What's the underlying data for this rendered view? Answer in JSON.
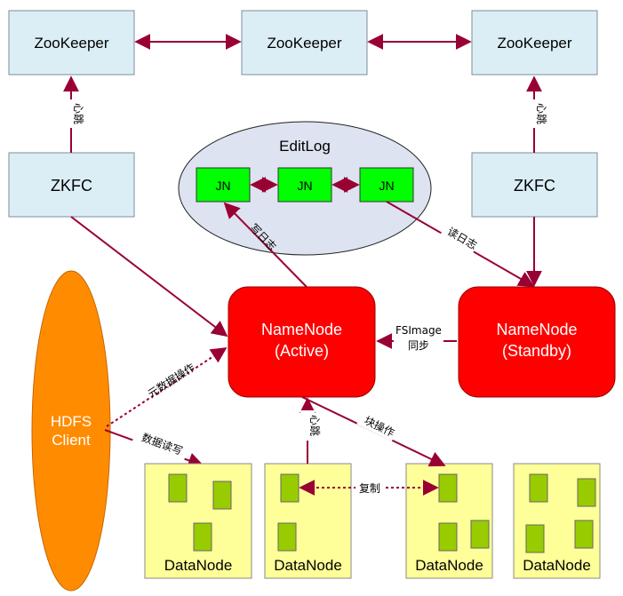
{
  "zookeepers": [
    {
      "label": "ZooKeeper"
    },
    {
      "label": "ZooKeeper"
    },
    {
      "label": "ZooKeeper"
    }
  ],
  "zkfc": [
    {
      "label": "ZKFC"
    },
    {
      "label": "ZKFC"
    }
  ],
  "editlog": {
    "title": "EditLog",
    "jn": [
      {
        "label": "JN"
      },
      {
        "label": "JN"
      },
      {
        "label": "JN"
      }
    ]
  },
  "namenode_active": {
    "line1": "NameNode",
    "line2": "(Active)"
  },
  "namenode_standby": {
    "line1": "NameNode",
    "line2": "(Standby)"
  },
  "client": {
    "line1": "HDFS",
    "line2": "Client"
  },
  "datanodes": [
    {
      "label": "DataNode"
    },
    {
      "label": "DataNode"
    },
    {
      "label": "DataNode"
    },
    {
      "label": "DataNode"
    }
  ],
  "edge_labels": {
    "heartbeat_left": "心跳",
    "heartbeat_right": "心跳",
    "write_log": "写日志",
    "read_log": "读日志",
    "fsimage": "FSImage",
    "sync": "同步",
    "metadata_ops": "元数据操作",
    "data_rw": "数据读写",
    "heartbeat_dn": "心跳",
    "block_ops": "块操作",
    "replicate": "复制"
  },
  "colors": {
    "box_fill": "#dbeef6",
    "box_stroke": "#7f8c99",
    "namenode_fill": "#ff0000",
    "jn_fill": "#00ff00",
    "client_fill": "#ff8c00",
    "datanode_fill": "#ffff99",
    "block_fill": "#99cc00",
    "arrow": "#990033",
    "ellipse_fill": "#dde3f0"
  }
}
